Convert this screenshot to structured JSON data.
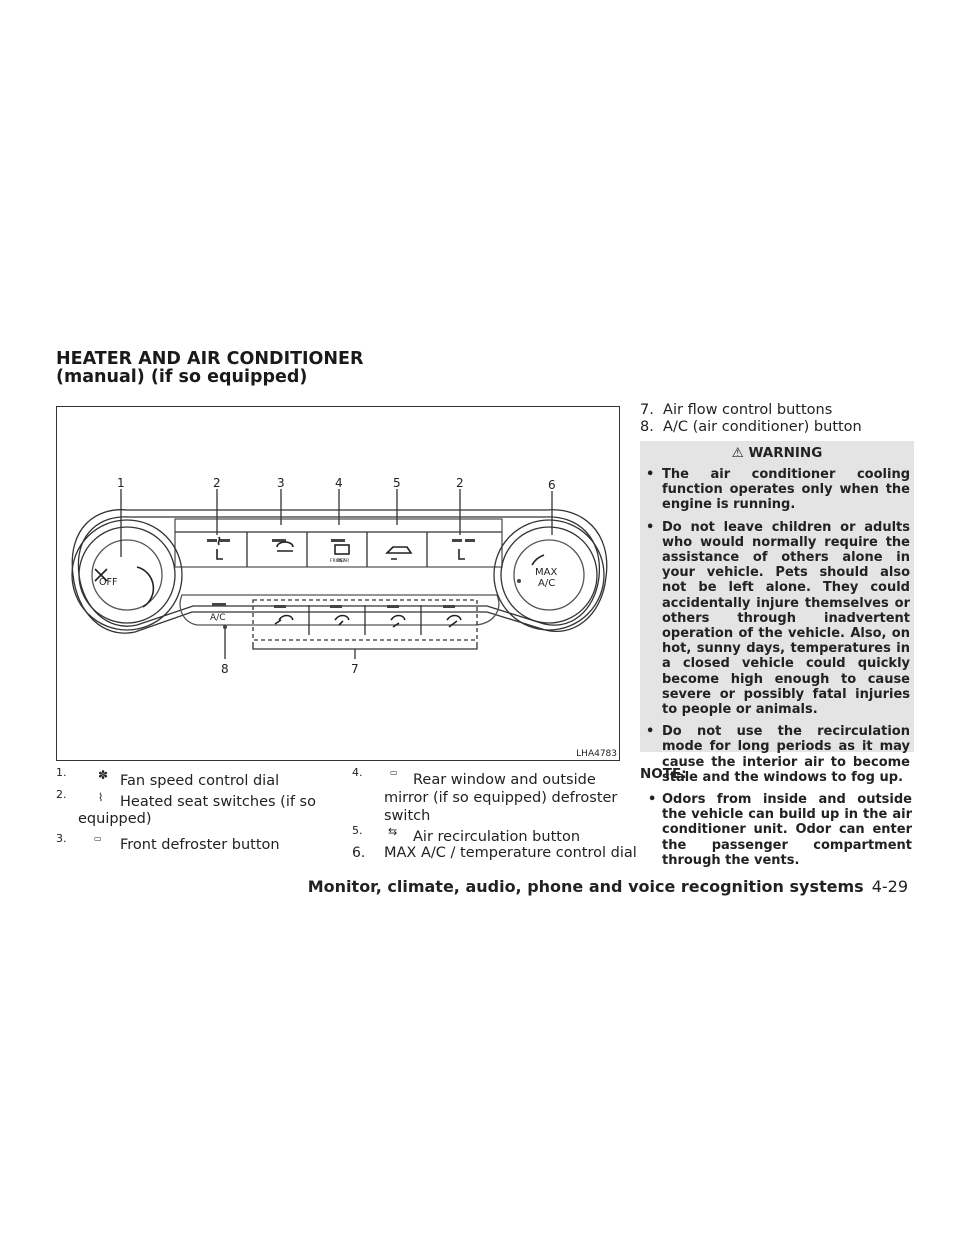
{
  "section_title_line1": "HEATER AND AIR CONDITIONER",
  "section_title_line2": "(manual) (if so equipped)",
  "figure": {
    "code": "LHA4783",
    "callouts": [
      "1",
      "2",
      "3",
      "4",
      "5",
      "2",
      "6",
      "8",
      "7"
    ],
    "off_label": "OFF",
    "max_label": "MAX",
    "ac_dial_label": "A/C",
    "ac_button_label": "A/C",
    "front_label": "FRONT",
    "rear_label": "REAR"
  },
  "legend": [
    {
      "num": "1.",
      "icon": "fan-icon",
      "text": "Fan speed control dial"
    },
    {
      "num": "2.",
      "icon": "heated-seat-icon",
      "text": "Heated seat switches (if so",
      "text2": "equipped)"
    },
    {
      "num": "3.",
      "icon": "front-defroster-icon",
      "text": "Front defroster button"
    },
    {
      "num": "4.",
      "icon": "rear-defroster-icon",
      "text": "Rear window and outside",
      "text2": "mirror (if so equipped) defroster",
      "text3": "switch"
    },
    {
      "num": "5.",
      "icon": "recirculation-icon",
      "text": "Air recirculation button"
    },
    {
      "num": "6.",
      "text": "MAX A/C / temperature control dial"
    }
  ],
  "right_list": [
    "7.  Air flow control buttons",
    "8.  A/C (air conditioner) button"
  ],
  "warning": {
    "heading": "WARNING",
    "items": [
      "The air conditioner cooling function operates only when the engine is running.",
      "Do not leave children or adults who would normally require the assistance of others alone in your vehicle. Pets should also not be left alone. They could accidentally injure themselves or others through inadvertent operation of the vehicle. Also, on hot, sunny days, temperatures in a closed vehicle could quickly become high enough to cause severe or possibly fatal injuries to people or animals.",
      "Do not use the recirculation mode for long periods as it may cause the interior air to become stale and the windows to fog up."
    ]
  },
  "note": {
    "heading": "NOTE:",
    "items": [
      "Odors from inside and outside the vehicle can build up in the air conditioner unit. Odor can enter the passenger compartment through the vents."
    ]
  },
  "footer": {
    "section": "Monitor, climate, audio, phone and voice recognition systems",
    "page": "4-29"
  }
}
